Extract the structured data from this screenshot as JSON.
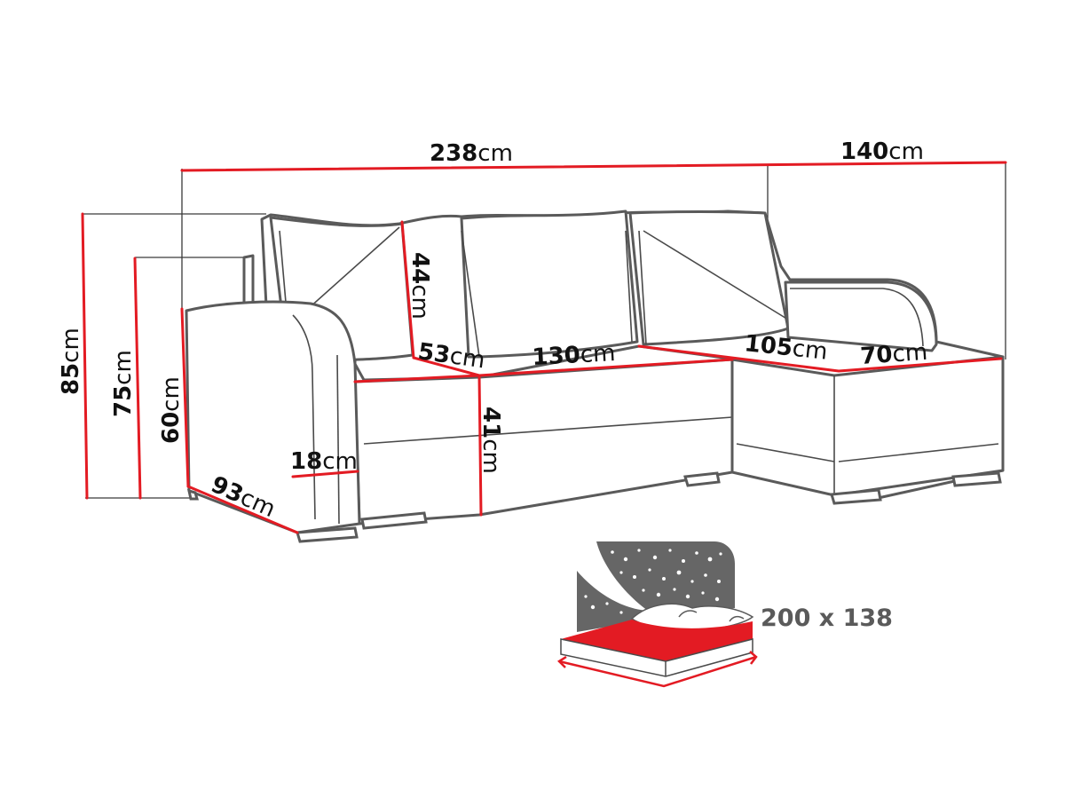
{
  "diagram": {
    "subject": "corner sofa bed dimensions",
    "unit": "cm",
    "accent_color": "#e31b23",
    "outline_color": "#5a5a5a",
    "dimensions": {
      "total_width": {
        "value": "238",
        "unit": "cm"
      },
      "chaise_depth": {
        "value": "140",
        "unit": "cm"
      },
      "total_height": {
        "value": "85",
        "unit": "cm"
      },
      "backrest_height": {
        "value": "75",
        "unit": "cm"
      },
      "armrest_height": {
        "value": "60",
        "unit": "cm"
      },
      "cushion_height": {
        "value": "44",
        "unit": "cm"
      },
      "seat_depth": {
        "value": "53",
        "unit": "cm"
      },
      "seat_width": {
        "value": "130",
        "unit": "cm"
      },
      "chaise_length": {
        "value": "105",
        "unit": "cm"
      },
      "chaise_width": {
        "value": "70",
        "unit": "cm"
      },
      "seat_height": {
        "value": "41",
        "unit": "cm"
      },
      "armrest_width": {
        "value": "18",
        "unit": "cm"
      },
      "depth": {
        "value": "93",
        "unit": "cm"
      }
    },
    "sleeping_area": {
      "label": "200 x 138",
      "icon": "bed-night-icon"
    }
  }
}
